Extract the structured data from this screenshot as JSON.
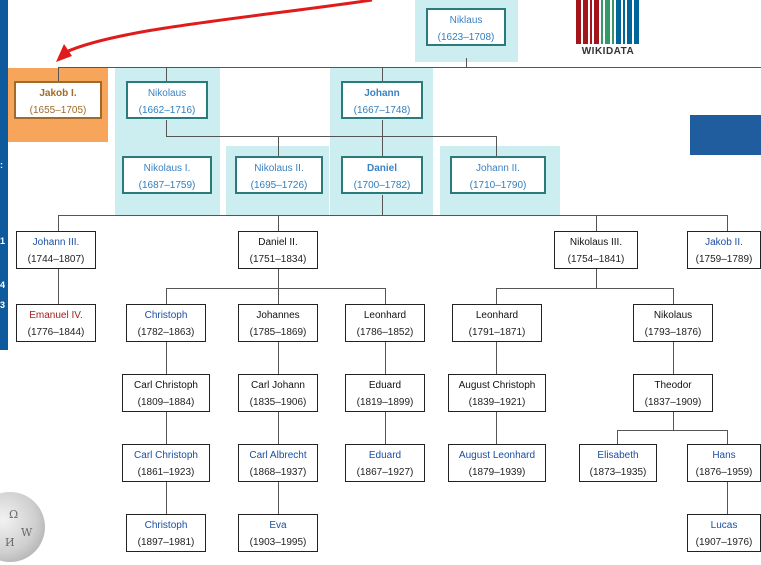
{
  "left_panel": {
    "marks": [
      ":",
      "1",
      "4",
      "3"
    ]
  },
  "logo": {
    "wikidata_text": "WIKIDATA"
  },
  "colors": {
    "arrow": "#e01b1b",
    "highlight_blue": "#cdeef0",
    "highlight_orange": "#f6a55a",
    "panel": "#0e5a9c"
  },
  "people": {
    "niklaus": {
      "name": "Niklaus",
      "dates": "(1623–1708)"
    },
    "jakob_i": {
      "name": "Jakob I.",
      "dates": "(1655–1705)"
    },
    "nikolaus": {
      "name": "Nikolaus",
      "dates": "(1662–1716)"
    },
    "johann": {
      "name": "Johann",
      "dates": "(1667–1748)"
    },
    "nikolaus_i": {
      "name": "Nikolaus I.",
      "dates": "(1687–1759)"
    },
    "nikolaus_ii": {
      "name": "Nikolaus II.",
      "dates": "(1695–1726)"
    },
    "daniel": {
      "name": "Daniel",
      "dates": "(1700–1782)"
    },
    "johann_ii": {
      "name": "Johann II.",
      "dates": "(1710–1790)"
    },
    "johann_iii": {
      "name": "Johann III.",
      "dates": "(1744–1807)"
    },
    "daniel_ii": {
      "name": "Daniel II.",
      "dates": "(1751–1834)"
    },
    "nikolaus_iii": {
      "name": "Nikolaus III.",
      "dates": "(1754–1841)"
    },
    "jakob_ii": {
      "name": "Jakob II.",
      "dates": "(1759–1789)"
    },
    "emanuel_iv": {
      "name": "Emanuel IV.",
      "dates": "(1776–1844)"
    },
    "christoph": {
      "name": "Christoph",
      "dates": "(1782–1863)"
    },
    "johannes": {
      "name": "Johannes",
      "dates": "(1785–1869)"
    },
    "leonhard_a": {
      "name": "Leonhard",
      "dates": "(1786–1852)"
    },
    "leonhard_b": {
      "name": "Leonhard",
      "dates": "(1791–1871)"
    },
    "nikolaus_b": {
      "name": "Nikolaus",
      "dates": "(1793–1876)"
    },
    "carl_christoph": {
      "name": "Carl Christoph",
      "dates": "(1809–1884)"
    },
    "carl_johann": {
      "name": "Carl Johann",
      "dates": "(1835–1906)"
    },
    "eduard_a": {
      "name": "Eduard",
      "dates": "(1819–1899)"
    },
    "august_christoph": {
      "name": "August Christoph",
      "dates": "(1839–1921)"
    },
    "theodor": {
      "name": "Theodor",
      "dates": "(1837–1909)"
    },
    "carl_christoph_2": {
      "name": "Carl Christoph",
      "dates": "(1861–1923)"
    },
    "carl_albrecht": {
      "name": "Carl Albrecht",
      "dates": "(1868–1937)"
    },
    "eduard_b": {
      "name": "Eduard",
      "dates": "(1867–1927)"
    },
    "august_leonhard": {
      "name": "August Leonhard",
      "dates": "(1879–1939)"
    },
    "elisabeth": {
      "name": "Elisabeth",
      "dates": "(1873–1935)"
    },
    "hans": {
      "name": "Hans",
      "dates": "(1876–1959)"
    },
    "christoph_2": {
      "name": "Christoph",
      "dates": "(1897–1981)"
    },
    "eva": {
      "name": "Eva",
      "dates": "(1903–1995)"
    },
    "lucas": {
      "name": "Lucas",
      "dates": "(1907–1976)"
    }
  }
}
